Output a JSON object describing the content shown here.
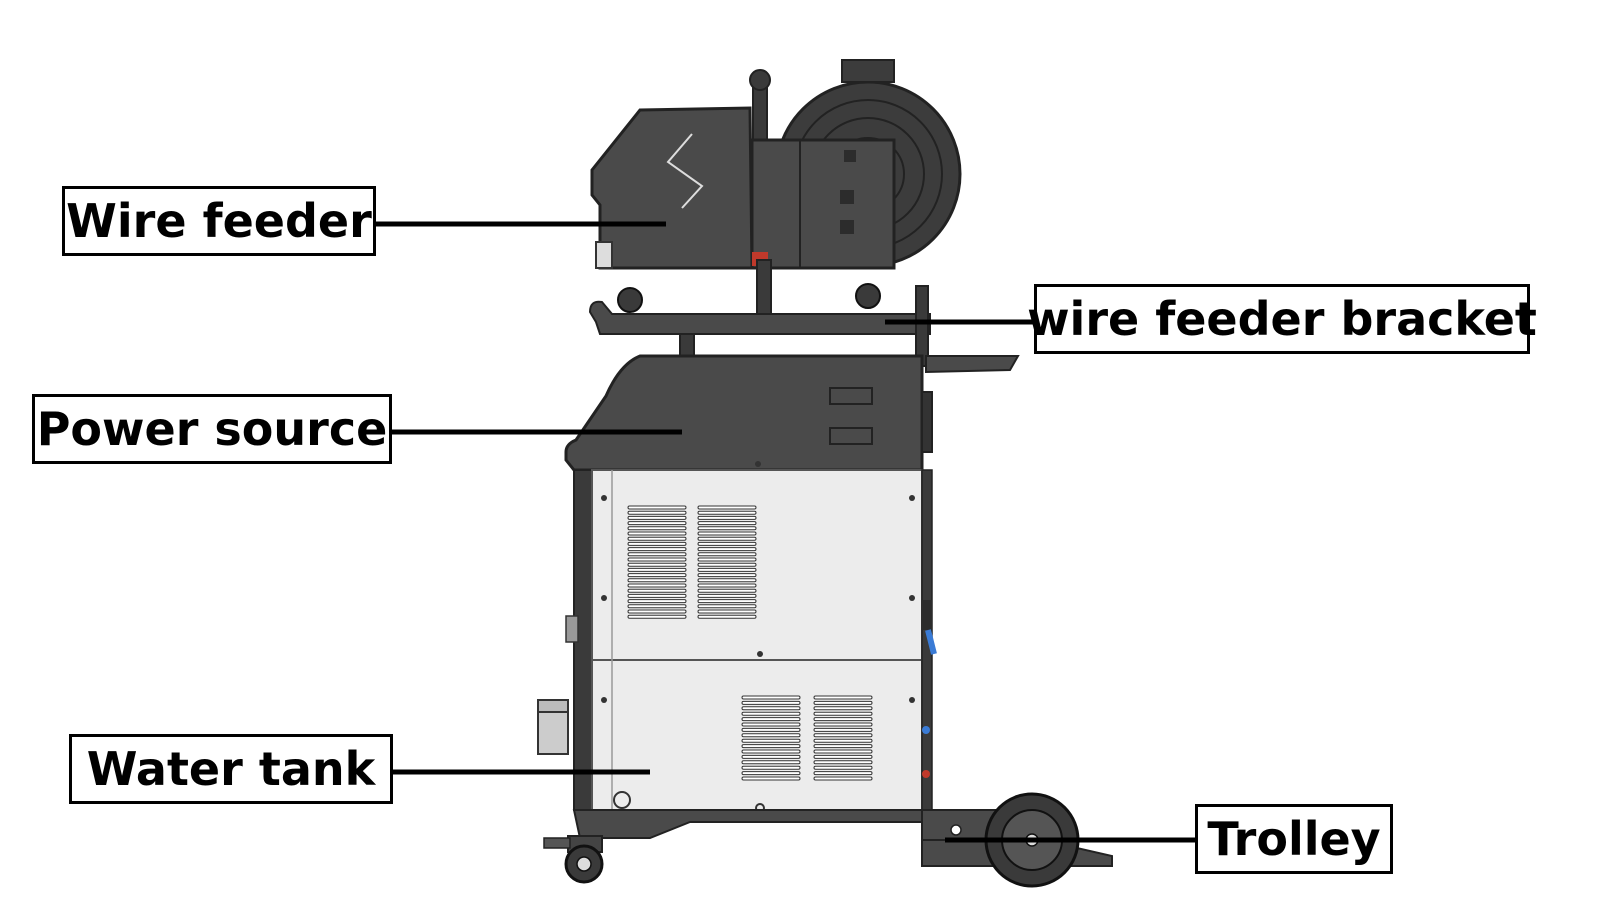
{
  "labels": {
    "wire_feeder": "Wire feeder",
    "wire_feeder_bracket": "wire feeder bracket",
    "power_source": "Power source",
    "water_tank": "Water tank",
    "trolley": "Trolley"
  },
  "colors": {
    "dark_body": "#4a4a4a",
    "dark_edge": "#2c2c2c",
    "light_panel": "#ececec",
    "panel_edge": "#555555",
    "leader_line": "#000000",
    "connector_blue": "#3a7bd5",
    "connector_red": "#c0392b"
  }
}
